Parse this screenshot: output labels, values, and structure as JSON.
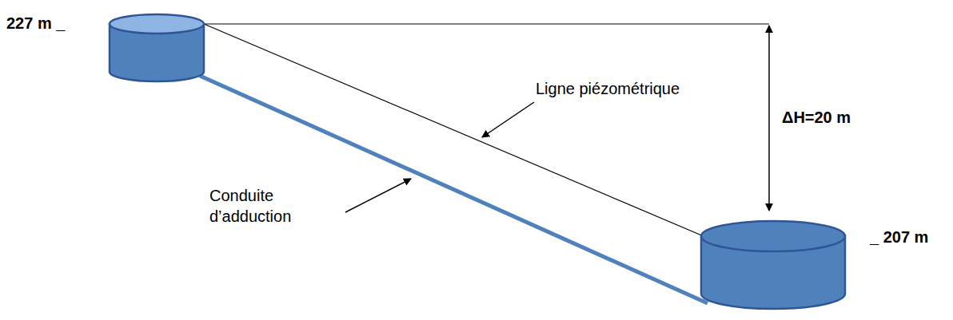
{
  "diagram": {
    "labels": [
      "227 m _",
      "Ligne piézométrique",
      "ΔH=20 m",
      "Conduite d’adduction",
      "_ 207 m"
    ]
  }
}
